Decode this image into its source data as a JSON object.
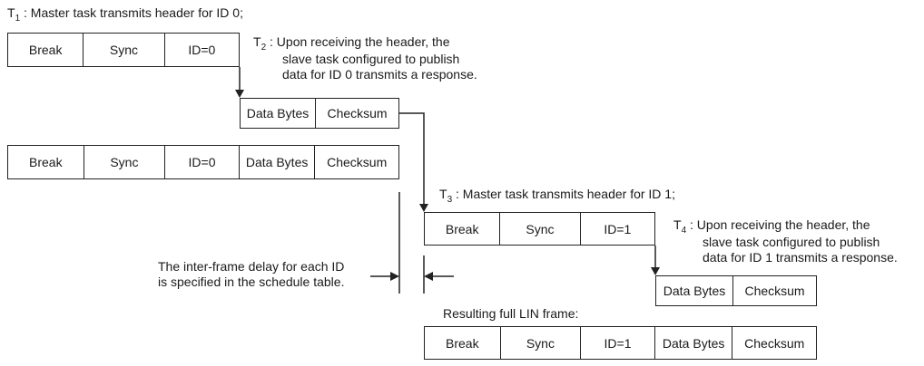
{
  "t1": {
    "t": "T",
    "sub": "1",
    "text": " : Master task transmits header for ID 0;"
  },
  "t2": {
    "t": "T",
    "sub": "2",
    "text1": " : Upon receiving the header, the",
    "text2": "slave task configured to publish",
    "text3": "data for ID 0 transmits a response."
  },
  "t3": {
    "t": "T",
    "sub": "3",
    "text": " : Master task transmits header for ID 1;"
  },
  "t4": {
    "t": "T",
    "sub": "4",
    "text1": " : Upon receiving the header, the",
    "text2": "slave task configured to publish",
    "text3": "data for ID 1 transmits a response."
  },
  "header0": [
    "Break",
    "Sync",
    "ID=0"
  ],
  "response0": [
    "Data Bytes",
    "Checksum"
  ],
  "full0": [
    "Break",
    "Sync",
    "ID=0",
    "Data Bytes",
    "Checksum"
  ],
  "header1": [
    "Break",
    "Sync",
    "ID=1"
  ],
  "response1": [
    "Data Bytes",
    "Checksum"
  ],
  "delay_note": {
    "line1": "The inter-frame delay for each ID",
    "line2": "is specified in the schedule table."
  },
  "result_label": "Resulting full LIN frame:",
  "full1": [
    "Break",
    "Sync",
    "ID=1",
    "Data Bytes",
    "Checksum"
  ]
}
